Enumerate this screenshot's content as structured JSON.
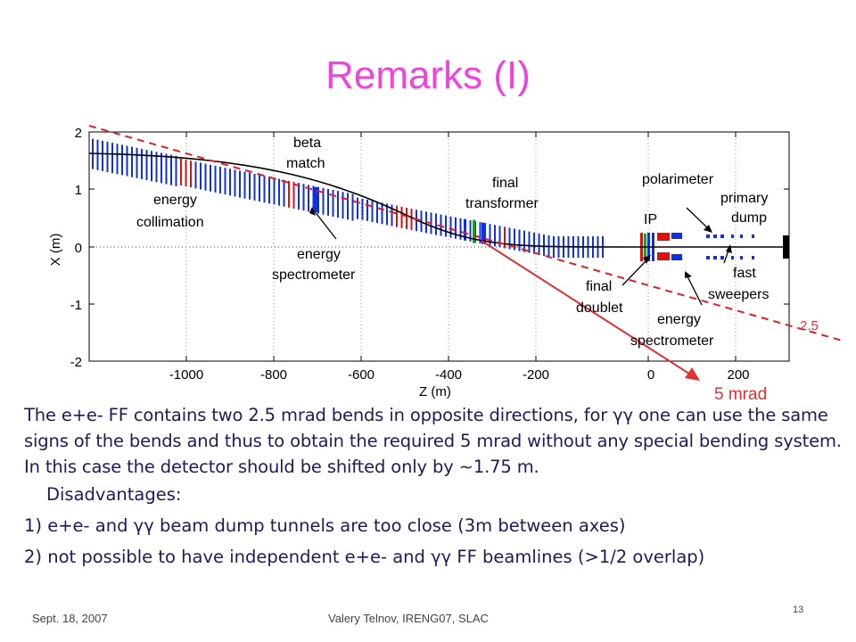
{
  "slide": {
    "title": "Remarks (I)",
    "footer_date": "Sept. 18, 2007",
    "footer_author": "Valery Telnov, IRENG07, SLAC",
    "page_number": "13"
  },
  "figure": {
    "y_axis_label": "X (m)",
    "x_axis_label": "Z (m)",
    "y_ticks": [
      "2",
      "1",
      "0",
      "-1",
      "-2"
    ],
    "x_ticks": [
      "-1000",
      "-800",
      "-600",
      "-400",
      "-200",
      "0",
      "200"
    ],
    "labels": {
      "beta_match": [
        "beta",
        "match"
      ],
      "energy_collimation": [
        "energy",
        "collimation"
      ],
      "energy_spectrometer_1": [
        "energy",
        "spectrometer"
      ],
      "final_transformer": [
        "final",
        "transformer"
      ],
      "polarimeter": "polarimeter",
      "primary_dump": [
        "primary",
        "dump"
      ],
      "ip": "IP",
      "final_doublet": [
        "final",
        "doublet"
      ],
      "fast_sweepers": [
        "fast",
        "sweepers"
      ],
      "energy_spectrometer_2": [
        "energy",
        "spectrometer"
      ]
    },
    "annotation_angle_small": "2.5",
    "annotation_angle_big": "5 mrad",
    "colors": {
      "magnet_blue": "#1030e0",
      "magnet_red": "#e01010",
      "magnet_green": "#20a020",
      "annotation_red": "#e03030",
      "dashed_red": "#e02020"
    }
  },
  "text": {
    "paragraph": "The e+e- FF contains two 2.5 mrad bends in opposite directions, for γγ one can use the same signs of the bends and  thus to obtain the required 5 mrad without any special bending system. In this case the detector should be shifted only by ~1.75 m.",
    "disadvantages": "Disadvantages:",
    "item1": "1) e+e- and γγ beam dump tunnels are too close (3m between axes)",
    "item2": "2) not possible to have independent  e+e- and γγ FF beamlines (>1/2 overlap)"
  }
}
